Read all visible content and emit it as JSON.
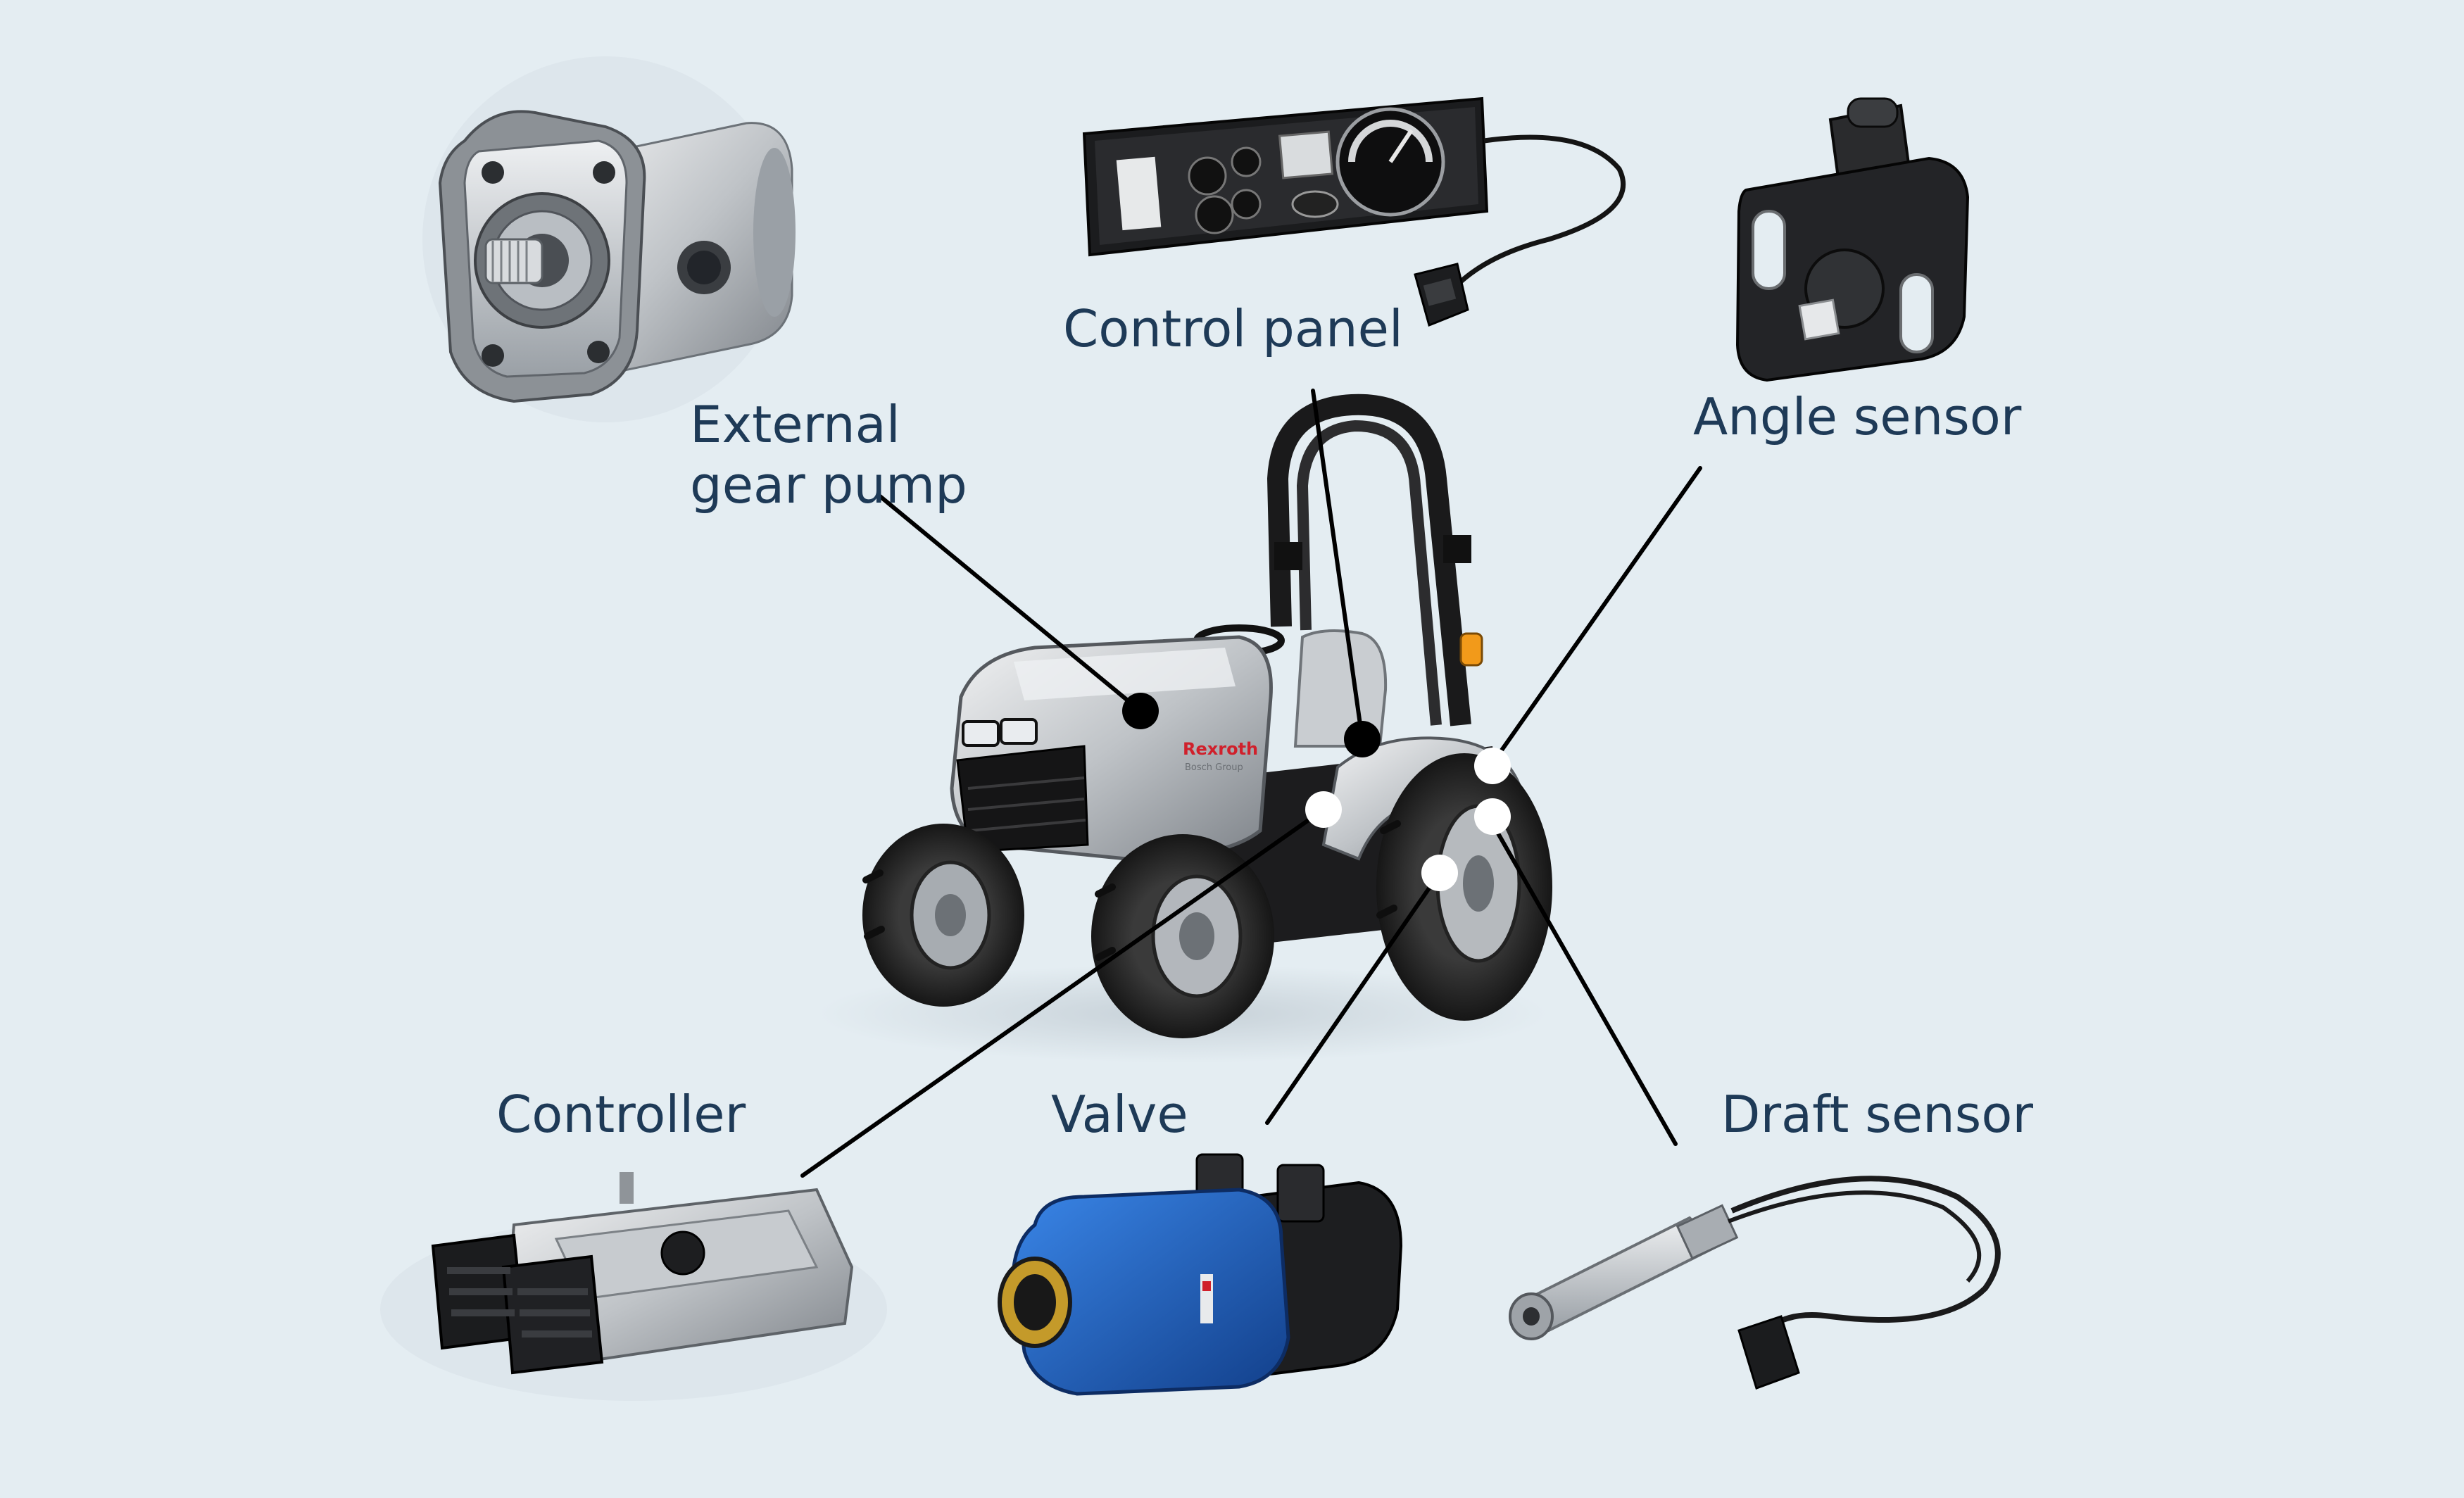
{
  "labels": {
    "external_gear_pump": "External gear pump",
    "control_panel": "Control panel",
    "angle_sensor": "Angle sensor",
    "controller": "Controller",
    "valve": "Valve",
    "draft_sensor": "Draft sensor"
  },
  "tractor_brand": {
    "brand": "Rexroth",
    "sub": "Bosch Group"
  },
  "colors": {
    "background": "#e4edf2",
    "label_text": "#1e3a57",
    "leader_line": "#000000",
    "marker_white": "#ffffff",
    "marker_black": "#000000",
    "valve_blue": "#1f63c6",
    "brand_red": "#d0202b"
  },
  "icons": [
    "gear-pump",
    "control-panel",
    "angle-sensor",
    "controller",
    "valve",
    "draft-sensor",
    "tractor"
  ]
}
